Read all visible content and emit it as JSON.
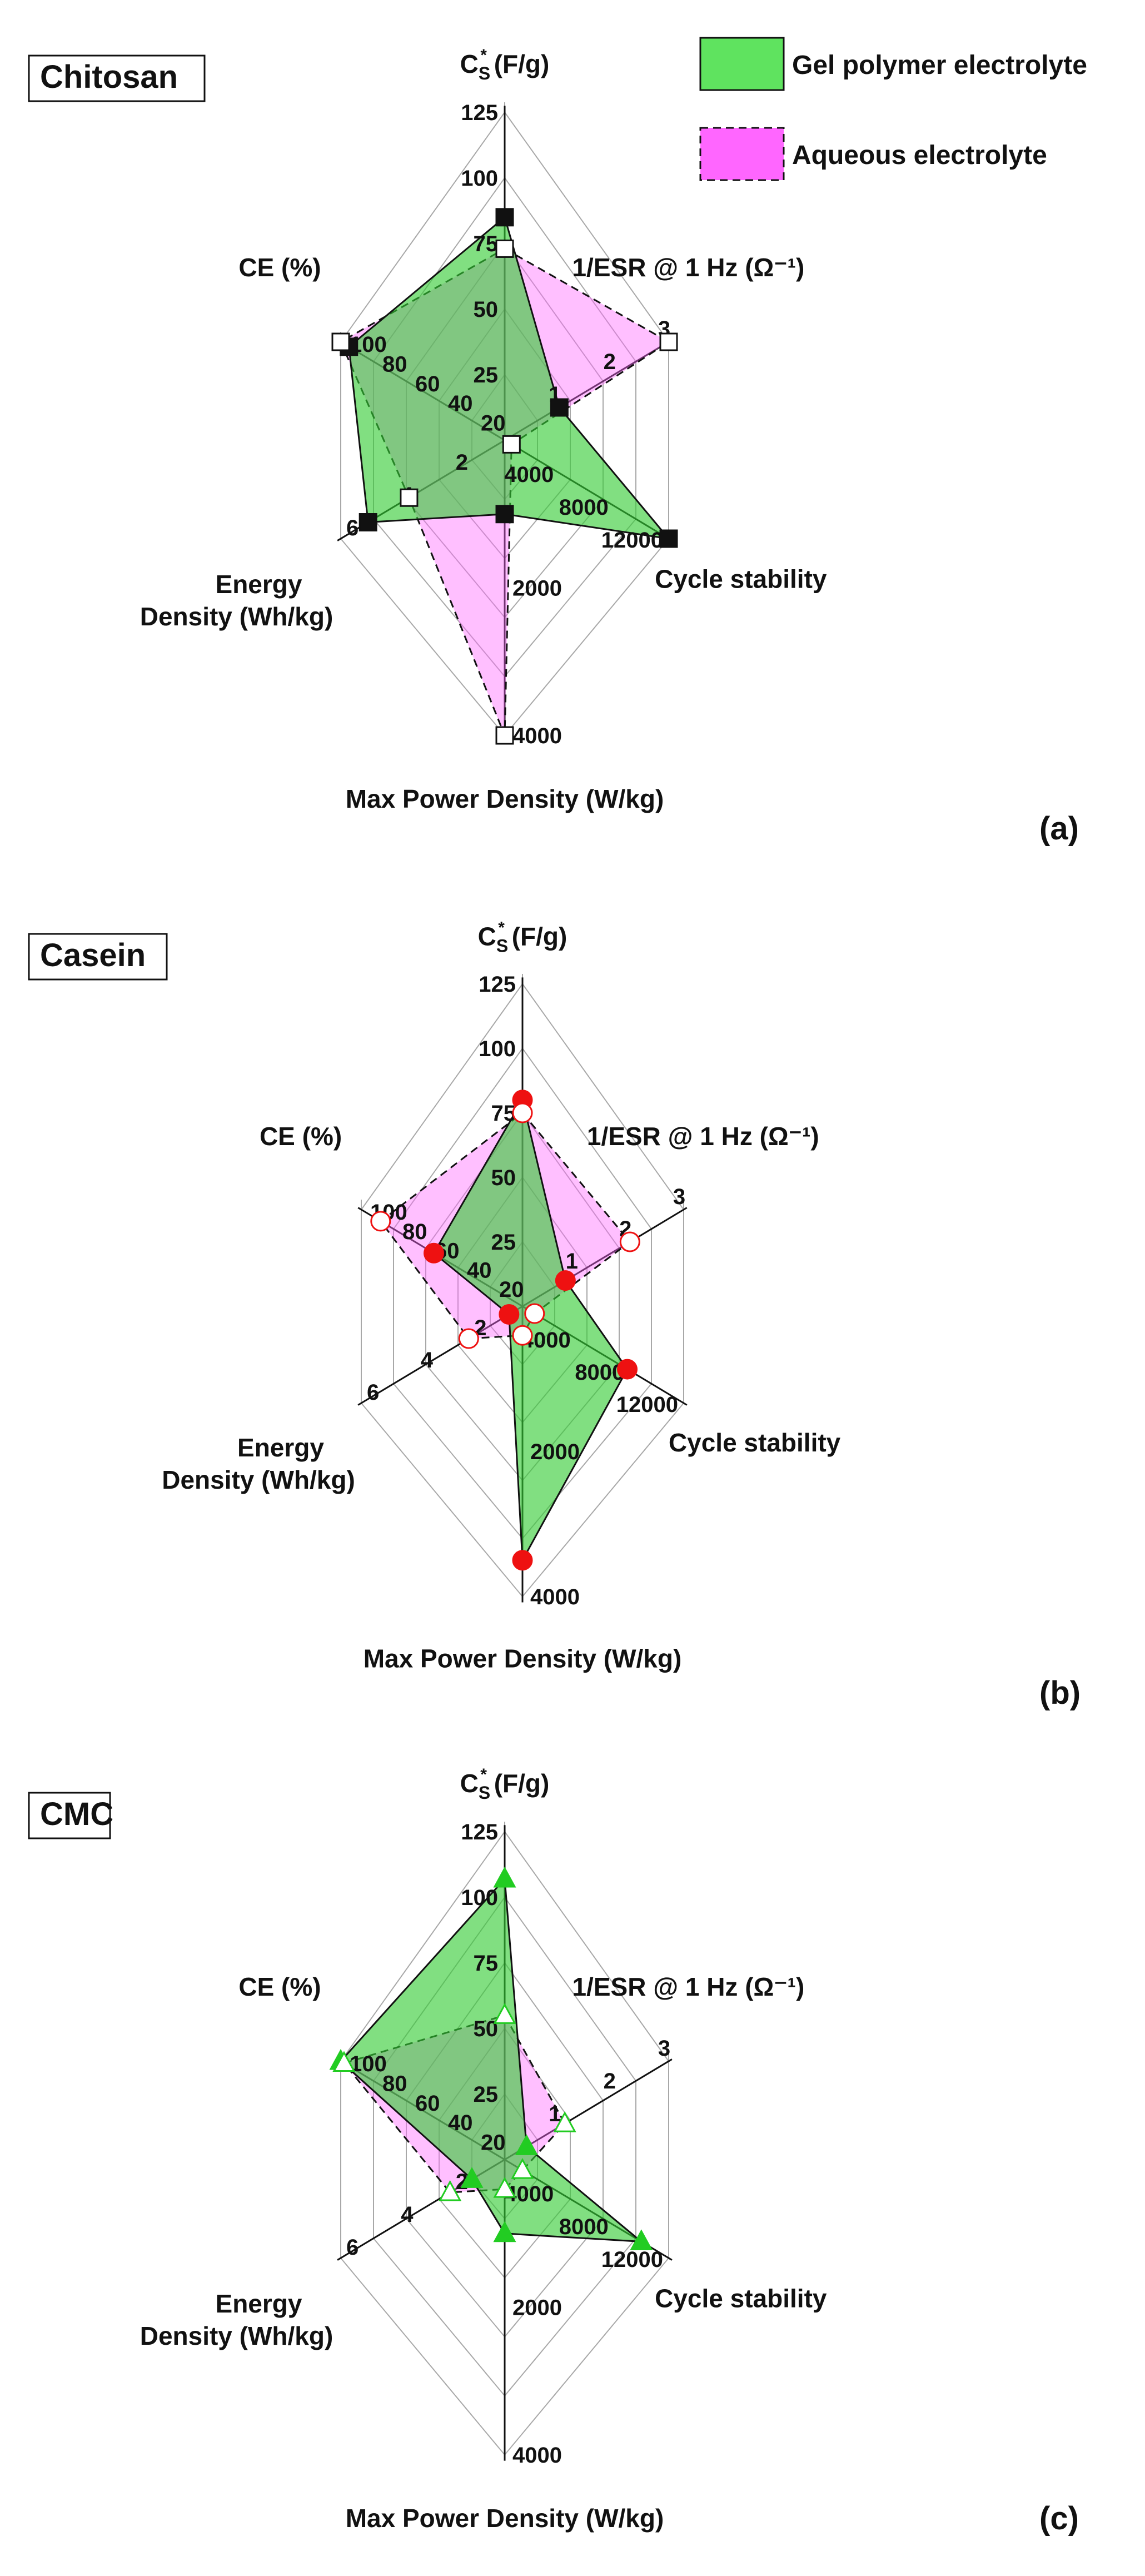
{
  "legend": {
    "gel": "Gel polymer electrolyte",
    "aqueous": "Aqueous electrolyte"
  },
  "colors": {
    "gel_fill": "#33cc33",
    "aqueous_fill": "#ff66ff",
    "grid": "#a8a8a8",
    "axis": "#111111"
  },
  "chart_data": [
    {
      "type": "radar",
      "title": "Chitosan",
      "panel_label": "(a)",
      "axes": [
        {
          "label": "C",
          "label_sub": "S",
          "label_sup": "*",
          "label_rest": " (F/g)",
          "ticks": [
            "25",
            "50",
            "75",
            "100",
            "125"
          ],
          "max": 125
        },
        {
          "label": "1/ESR @ 1 Hz (Ω⁻¹)",
          "ticks": [
            "1",
            "2",
            "3"
          ],
          "max": 3
        },
        {
          "label": "Cycle stability",
          "ticks": [
            "4000",
            "8000",
            "12000"
          ],
          "max": 12000
        },
        {
          "label": "Max Power Density (W/kg)",
          "ticks": [
            "2000",
            "4000"
          ],
          "max": 4000
        },
        {
          "label": "Energy Density (Wh/kg)",
          "ticks": [
            "2",
            "4",
            "6"
          ],
          "max": 6
        },
        {
          "label": "CE (%)",
          "ticks": [
            "20",
            "40",
            "60",
            "80",
            "100"
          ],
          "max": 100
        }
      ],
      "series": [
        {
          "name": "Gel polymer electrolyte",
          "marker": "filled-square",
          "marker_color": "#111111",
          "values": [
            85,
            1.0,
            12000,
            1000,
            5.0,
            95
          ]
        },
        {
          "name": "Aqueous electrolyte",
          "marker": "open-square",
          "marker_color": "#111111",
          "values": [
            73,
            3.0,
            500,
            4000,
            3.5,
            100
          ]
        }
      ]
    },
    {
      "type": "radar",
      "title": "Casein",
      "panel_label": "(b)",
      "axes": [
        {
          "label": "C",
          "label_sub": "S",
          "label_sup": "*",
          "label_rest": " (F/g)",
          "ticks": [
            "25",
            "50",
            "75",
            "100",
            "125"
          ],
          "max": 125
        },
        {
          "label": "1/ESR @ 1 Hz (Ω⁻¹)",
          "ticks": [
            "1",
            "2",
            "3"
          ],
          "max": 3
        },
        {
          "label": "Cycle stability",
          "ticks": [
            "4000",
            "8000",
            "12000"
          ],
          "max": 12000
        },
        {
          "label": "Max Power Density (W/kg)",
          "ticks": [
            "2000",
            "4000"
          ],
          "max": 4000
        },
        {
          "label": "Energy Density (Wh/kg)",
          "ticks": [
            "2",
            "4",
            "6"
          ],
          "max": 6
        },
        {
          "label": "CE (%)",
          "ticks": [
            "20",
            "40",
            "60",
            "80",
            "100"
          ],
          "max": 100
        }
      ],
      "series": [
        {
          "name": "Gel polymer electrolyte",
          "marker": "filled-circle",
          "marker_color": "#ee1111",
          "values": [
            80,
            0.8,
            7800,
            3500,
            0.5,
            55
          ]
        },
        {
          "name": "Aqueous electrolyte",
          "marker": "open-circle",
          "marker_color": "#ee1111",
          "values": [
            75,
            2.0,
            900,
            400,
            2.0,
            88
          ]
        }
      ]
    },
    {
      "type": "radar",
      "title": "CMC",
      "panel_label": "(c)",
      "axes": [
        {
          "label": "C",
          "label_sub": "S",
          "label_sup": "*",
          "label_rest": " (F/g)",
          "ticks": [
            "25",
            "50",
            "75",
            "100",
            "125"
          ],
          "max": 125
        },
        {
          "label": "1/ESR @ 1 Hz (Ω⁻¹)",
          "ticks": [
            "1",
            "2",
            "3"
          ],
          "max": 3
        },
        {
          "label": "Cycle stability",
          "ticks": [
            "4000",
            "8000",
            "12000"
          ],
          "max": 12000
        },
        {
          "label": "Max Power Density (W/kg)",
          "ticks": [
            "2000",
            "4000"
          ],
          "max": 4000
        },
        {
          "label": "Energy Density (Wh/kg)",
          "ticks": [
            "2",
            "4",
            "6"
          ],
          "max": 6
        },
        {
          "label": "CE (%)",
          "ticks": [
            "20",
            "40",
            "60",
            "80",
            "100"
          ],
          "max": 100
        }
      ],
      "series": [
        {
          "name": "Gel polymer electrolyte",
          "marker": "filled-triangle",
          "marker_color": "#22cc22",
          "values": [
            107,
            0.4,
            10000,
            1000,
            1.2,
            100
          ]
        },
        {
          "name": "Aqueous electrolyte",
          "marker": "open-triangle",
          "marker_color": "#22cc22",
          "values": [
            55,
            1.1,
            1300,
            400,
            2.0,
            98
          ]
        }
      ]
    }
  ]
}
